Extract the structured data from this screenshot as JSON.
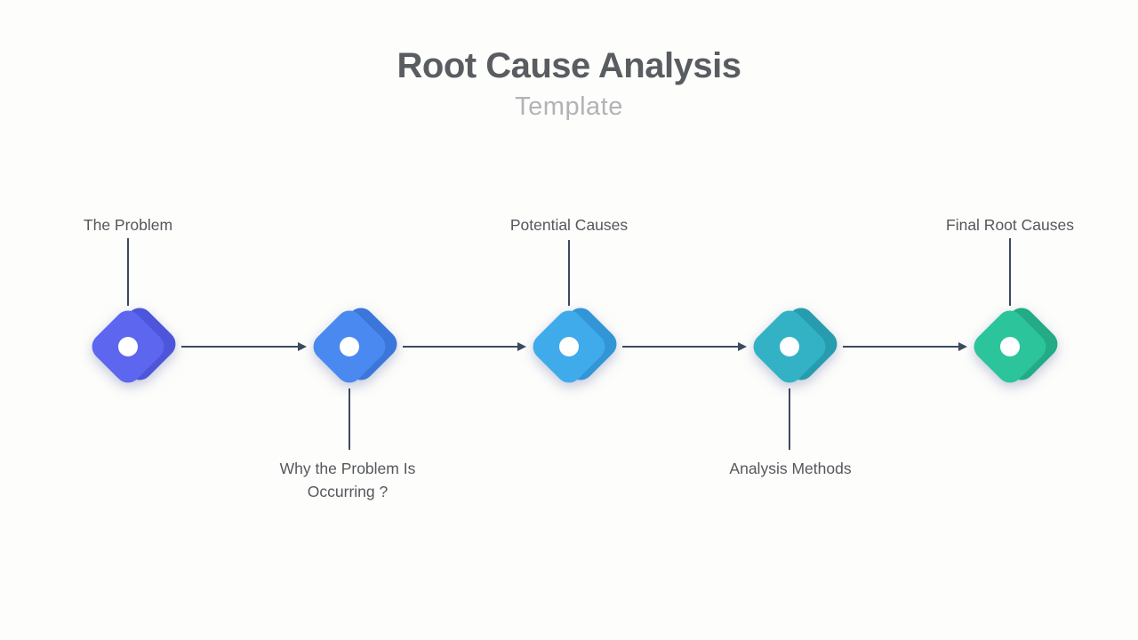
{
  "background": "#fdfdfb",
  "header": {
    "title": "Root Cause Analysis",
    "subtitle": "Template",
    "title_color": "#595c60",
    "subtitle_color": "#b1b3b6"
  },
  "connector": {
    "color": "#3c4a5e"
  },
  "label_color": "#54575c",
  "nodes": [
    {
      "label": "The Problem",
      "label_position": "top",
      "color_front": "#5d66ef",
      "color_back": "#4d55da"
    },
    {
      "label": "Why the Problem Is\nOccurring ?",
      "label_position": "bottom",
      "color_front": "#4a89ef",
      "color_back": "#3b76da"
    },
    {
      "label": "Potential Causes",
      "label_position": "top",
      "color_front": "#3fabeb",
      "color_back": "#3295d6"
    },
    {
      "label": "Analysis Methods",
      "label_position": "bottom",
      "color_front": "#33b2c6",
      "color_back": "#279cae"
    },
    {
      "label": "Final Root Causes",
      "label_position": "top",
      "color_front": "#2cc49b",
      "color_back": "#22ab85"
    }
  ]
}
